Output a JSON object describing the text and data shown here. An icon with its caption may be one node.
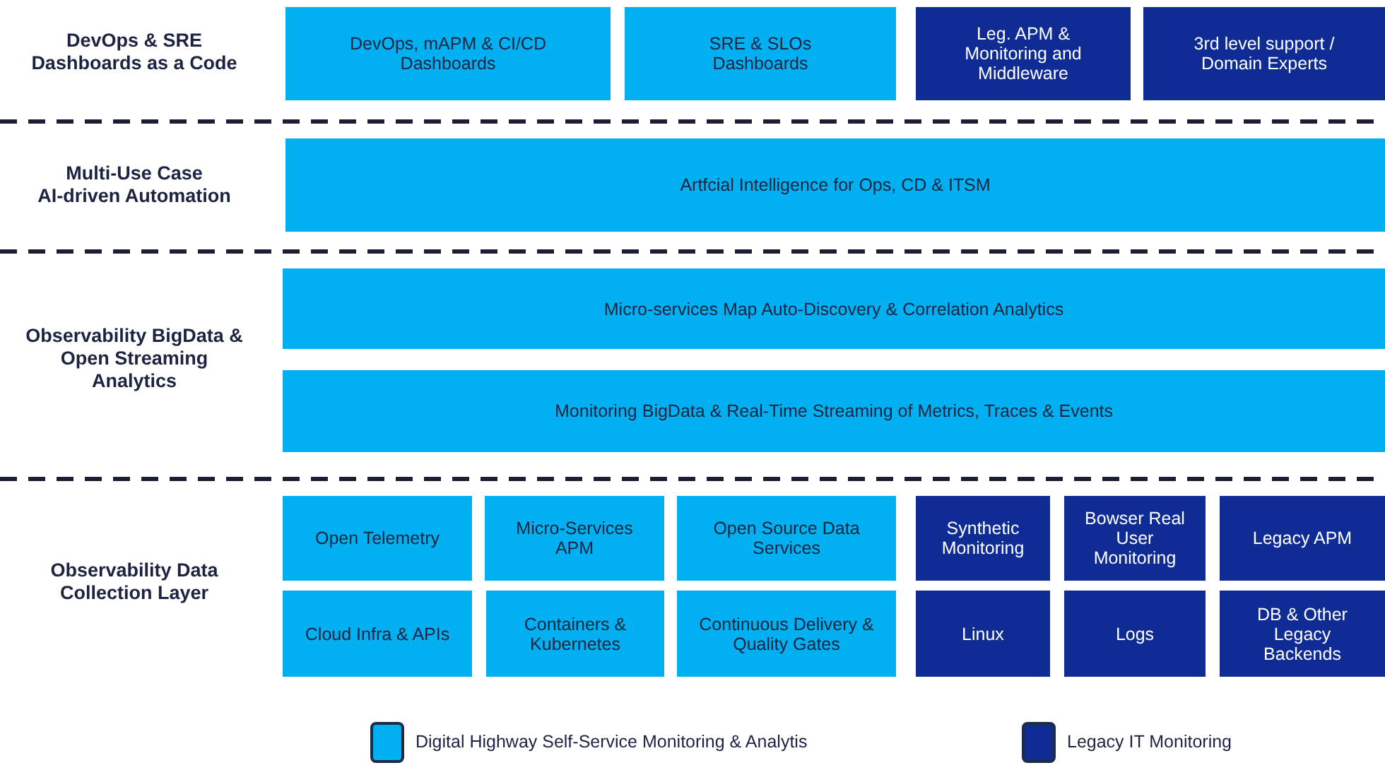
{
  "diagram": {
    "nodes": [
      {
        "text": [
          "DevOps, mAPM & CI/CD Dashboards"
        ]
      },
      {
        "text": [
          "SRE & SLOs Dashboards"
        ]
      },
      {
        "text": [
          "Leg. APM & Monitoring and Middleware"
        ]
      },
      {
        "text": [
          "3rd level support / Domain Experts"
        ]
      },
      {
        "text": [
          "Artfcial Intelligence for Ops, CD & ITSM"
        ]
      },
      {
        "text": [
          "Micro-services Map Auto-Discovery & Correlation Analytics"
        ]
      },
      {
        "text": [
          "Monitoring BigData & Real-Time Streaming of Metrics, Traces & Events"
        ]
      },
      {
        "text": [
          "Open Telemetry"
        ]
      },
      {
        "text": [
          "Micro-Services APM"
        ]
      },
      {
        "text": [
          "Open Source Data Services"
        ]
      },
      {
        "text": [
          "Synthetic Monitoring"
        ]
      },
      {
        "text": [
          "Bowser Real User Monitoring"
        ]
      },
      {
        "text": [
          "Legacy APM"
        ]
      },
      {
        "text": [
          "Cloud Infra & APIs"
        ]
      },
      {
        "text": [
          "Containers & Kubernetes"
        ]
      },
      {
        "text": [
          "Continuous Delivery & Quality Gates"
        ]
      },
      {
        "text": [
          "Linux"
        ]
      },
      {
        "text": [
          "Logs"
        ]
      },
      {
        "text": [
          "DB & Other Legacy Backends"
        ]
      }
    ],
    "labels": [
      "DevOps & SRE Dashboards as a Code",
      "Multi-Use Case AI-driven Automation",
      "Observability BigData & Open Streaming Analytics",
      "Observability Data Collection Layer"
    ],
    "legend": [
      {
        "text": "Digital Highway Self-Service Monitoring & Analytis",
        "color": "#00b0f0"
      },
      {
        "text": "Legacy IT Monitoring",
        "color": "#0f2c94"
      }
    ]
  }
}
